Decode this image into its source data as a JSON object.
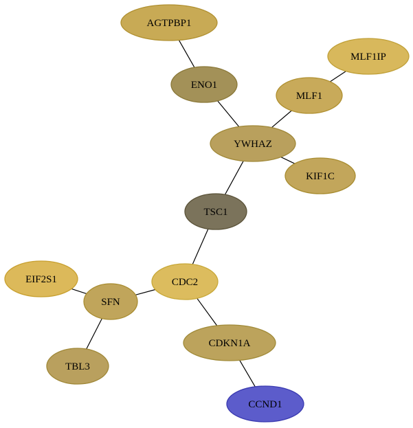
{
  "graph": {
    "nodes": [
      {
        "id": "AGTPBP1",
        "label": "AGTPBP1",
        "fill": "#c8aa55",
        "stroke": "#b09030"
      },
      {
        "id": "ENO1",
        "label": "ENO1",
        "fill": "#a39158",
        "stroke": "#8a7838"
      },
      {
        "id": "MLF1IP",
        "label": "MLF1IP",
        "fill": "#d8b85c",
        "stroke": "#c0a038"
      },
      {
        "id": "MLF1",
        "label": "MLF1",
        "fill": "#c8aa5a",
        "stroke": "#b09030"
      },
      {
        "id": "YWHAZ",
        "label": "YWHAZ",
        "fill": "#b9a05d",
        "stroke": "#a08838"
      },
      {
        "id": "KIF1C",
        "label": "KIF1C",
        "fill": "#c2a65b",
        "stroke": "#a88c30"
      },
      {
        "id": "TSC1",
        "label": "TSC1",
        "fill": "#7b735b",
        "stroke": "#5a5238"
      },
      {
        "id": "CDC2",
        "label": "CDC2",
        "fill": "#dcbc5e",
        "stroke": "#c8a838"
      },
      {
        "id": "EIF2S1",
        "label": "EIF2S1",
        "fill": "#dcb95a",
        "stroke": "#c8a030"
      },
      {
        "id": "SFN",
        "label": "SFN",
        "fill": "#c0a55b",
        "stroke": "#a88c30"
      },
      {
        "id": "CDKN1A",
        "label": "CDKN1A",
        "fill": "#bca35c",
        "stroke": "#a08a38"
      },
      {
        "id": "TBL3",
        "label": "TBL3",
        "fill": "#b9a05e",
        "stroke": "#a08838"
      },
      {
        "id": "CCND1",
        "label": "CCND1",
        "fill": "#5c5ccb",
        "stroke": "#3a3ab0"
      }
    ],
    "edges": [
      {
        "source": "AGTPBP1",
        "target": "ENO1"
      },
      {
        "source": "ENO1",
        "target": "YWHAZ"
      },
      {
        "source": "MLF1IP",
        "target": "MLF1"
      },
      {
        "source": "MLF1",
        "target": "YWHAZ"
      },
      {
        "source": "YWHAZ",
        "target": "KIF1C"
      },
      {
        "source": "YWHAZ",
        "target": "TSC1"
      },
      {
        "source": "TSC1",
        "target": "CDC2"
      },
      {
        "source": "CDC2",
        "target": "SFN"
      },
      {
        "source": "CDC2",
        "target": "CDKN1A"
      },
      {
        "source": "EIF2S1",
        "target": "SFN"
      },
      {
        "source": "SFN",
        "target": "TBL3"
      },
      {
        "source": "CDKN1A",
        "target": "CCND1"
      }
    ]
  }
}
